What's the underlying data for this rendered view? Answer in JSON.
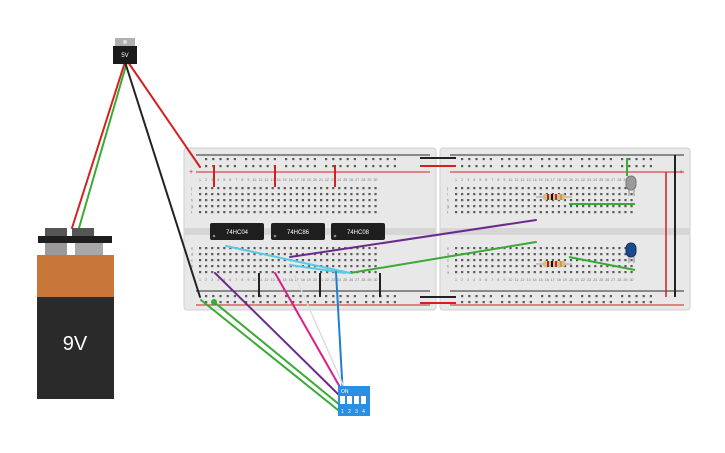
{
  "regulator": {
    "label": "5V"
  },
  "battery": {
    "label": "9V"
  },
  "chips": [
    {
      "label": "74HC04"
    },
    {
      "label": "74HC86"
    },
    {
      "label": "74HC08"
    }
  ],
  "dip_switch": {
    "on_label": "ON",
    "numbers": [
      "1",
      "2",
      "3",
      "4"
    ]
  },
  "breadboard": {
    "column_numbers": [
      "1",
      "2",
      "3",
      "4",
      "5",
      "6",
      "7",
      "8",
      "9",
      "10",
      "11",
      "12",
      "13",
      "14",
      "15",
      "16",
      "17",
      "18",
      "19",
      "20",
      "21",
      "22",
      "23",
      "24",
      "25",
      "26",
      "27",
      "28",
      "29",
      "30"
    ],
    "row_letters_top": [
      "j",
      "i",
      "h",
      "g",
      "f"
    ],
    "row_letters_bottom": [
      "e",
      "d",
      "c",
      "b",
      "a"
    ]
  },
  "colors": {
    "wire_red": "#d42020",
    "wire_black": "#222222",
    "wire_green": "#3aaa35",
    "wire_purple": "#6b2a8c",
    "wire_magenta": "#d6208a",
    "wire_cyan": "#5bc8e8",
    "wire_blue": "#1e7fd0",
    "board": "#e6e6e6",
    "battery_top": "#c8763a",
    "battery_body": "#2a2a2a",
    "led_blue": "#1b4a8a",
    "led_white": "#a0a0a0",
    "switch": "#2a8fe0"
  }
}
